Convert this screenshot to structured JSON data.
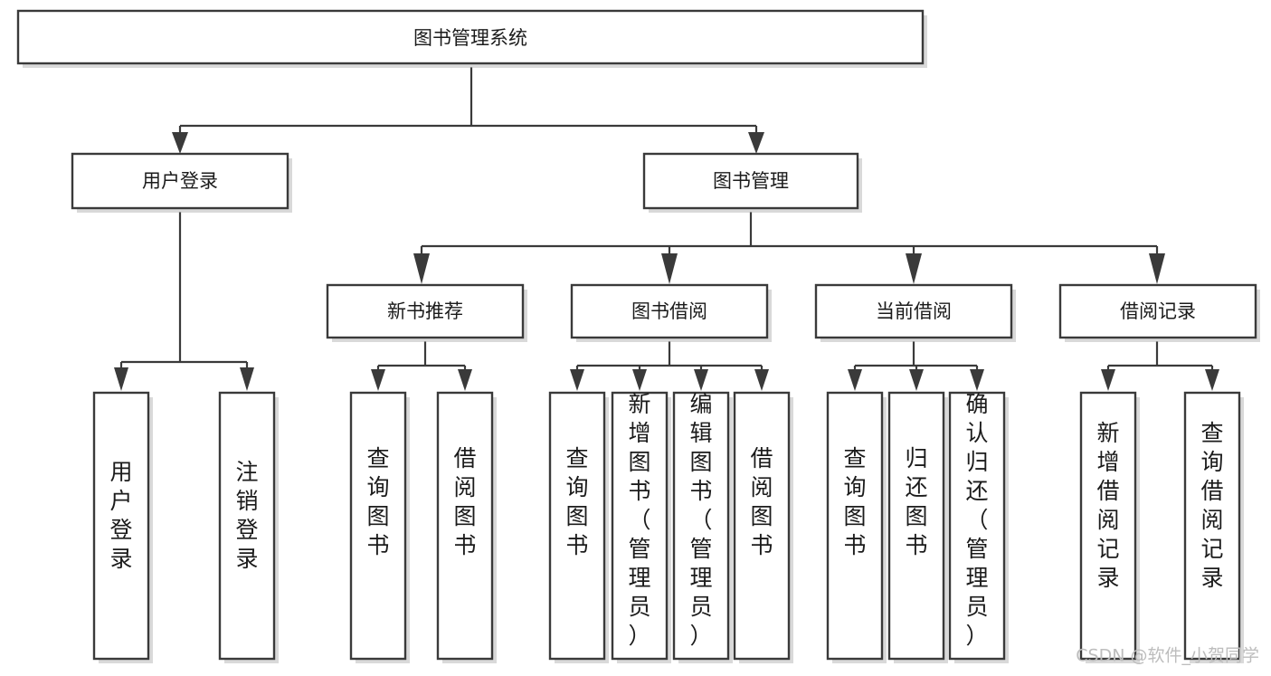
{
  "diagram": {
    "title": "图书管理系统",
    "type": "tree-hierarchy-chart",
    "orientation": "top-down",
    "colors": {
      "background": "#ffffff",
      "node_fill": "#ffffff",
      "node_stroke": "#3a3a3a",
      "edge": "#3a3a3a",
      "text": "#1b1b1b",
      "watermark": "#bdbdbd"
    },
    "root": {
      "id": "root",
      "label": "图书管理系统"
    },
    "level2": [
      {
        "id": "user-login",
        "label": "用户登录"
      },
      {
        "id": "book-manage",
        "label": "图书管理"
      }
    ],
    "level3": [
      {
        "id": "new-book-rec",
        "label": "新书推荐",
        "parent": "book-manage"
      },
      {
        "id": "book-borrow",
        "label": "图书借阅",
        "parent": "book-manage"
      },
      {
        "id": "current-borrow",
        "label": "当前借阅",
        "parent": "book-manage"
      },
      {
        "id": "borrow-record",
        "label": "借阅记录",
        "parent": "book-manage"
      }
    ],
    "leaves": [
      {
        "id": "leaf-user-login",
        "label": "用户登录",
        "parent": "user-login"
      },
      {
        "id": "leaf-user-logout",
        "label": "注销登录",
        "parent": "user-login"
      },
      {
        "id": "leaf-query-book-1",
        "label": "查询图书",
        "parent": "new-book-rec"
      },
      {
        "id": "leaf-borrow-book-1",
        "label": "借阅图书",
        "parent": "new-book-rec"
      },
      {
        "id": "leaf-query-book-2",
        "label": "查询图书",
        "parent": "book-borrow"
      },
      {
        "id": "leaf-add-book",
        "label": "新增图书（管理员）",
        "parent": "book-borrow"
      },
      {
        "id": "leaf-edit-book",
        "label": "编辑图书（管理员）",
        "parent": "book-borrow"
      },
      {
        "id": "leaf-borrow-book-2",
        "label": "借阅图书",
        "parent": "book-borrow"
      },
      {
        "id": "leaf-query-book-3",
        "label": "查询图书",
        "parent": "current-borrow"
      },
      {
        "id": "leaf-return-book",
        "label": "归还图书",
        "parent": "current-borrow"
      },
      {
        "id": "leaf-confirm-return",
        "label": "确认归还（管理员）",
        "parent": "current-borrow"
      },
      {
        "id": "leaf-add-record",
        "label": "新增借阅记录",
        "parent": "borrow-record"
      },
      {
        "id": "leaf-query-record",
        "label": "查询借阅记录",
        "parent": "borrow-record"
      }
    ]
  },
  "watermark": {
    "text": "CSDN @软件_小贺同学"
  }
}
